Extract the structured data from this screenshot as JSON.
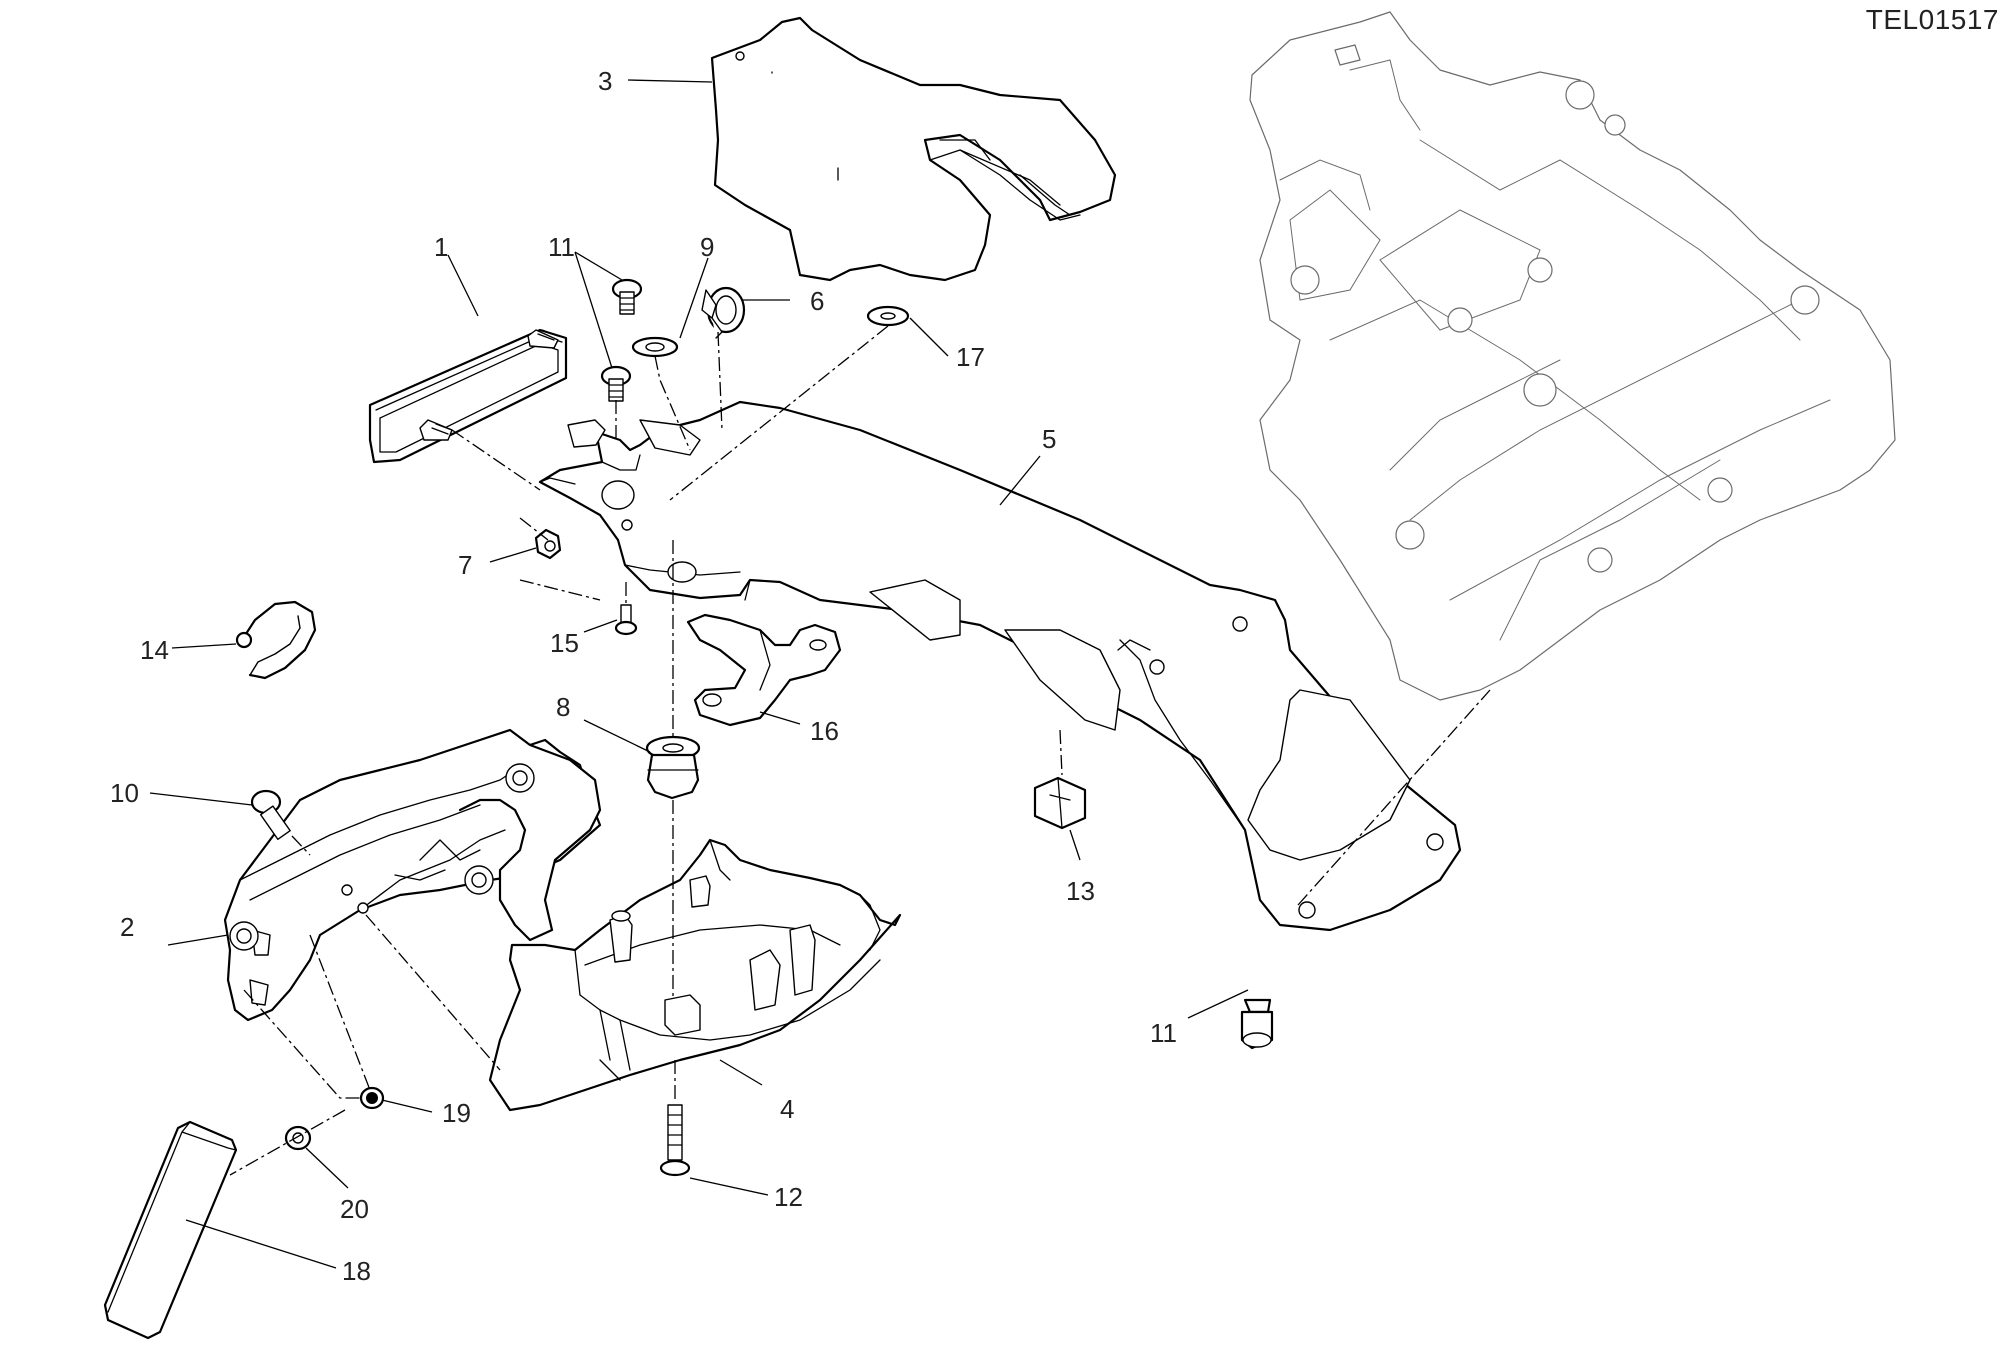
{
  "drawing_code": "TEL01517",
  "callouts": [
    {
      "id": "c1",
      "label": "1"
    },
    {
      "id": "c2",
      "label": "2"
    },
    {
      "id": "c3",
      "label": "3"
    },
    {
      "id": "c4",
      "label": "4"
    },
    {
      "id": "c5",
      "label": "5"
    },
    {
      "id": "c6",
      "label": "6"
    },
    {
      "id": "c7",
      "label": "7"
    },
    {
      "id": "c8",
      "label": "8"
    },
    {
      "id": "c9",
      "label": "9"
    },
    {
      "id": "c10",
      "label": "10"
    },
    {
      "id": "c11a",
      "label": "11"
    },
    {
      "id": "c11b",
      "label": "11"
    },
    {
      "id": "c12",
      "label": "12"
    },
    {
      "id": "c13",
      "label": "13"
    },
    {
      "id": "c14",
      "label": "14"
    },
    {
      "id": "c15",
      "label": "15"
    },
    {
      "id": "c16",
      "label": "16"
    },
    {
      "id": "c17",
      "label": "17"
    },
    {
      "id": "c18",
      "label": "18"
    },
    {
      "id": "c19",
      "label": "19"
    },
    {
      "id": "c20",
      "label": "20"
    }
  ]
}
